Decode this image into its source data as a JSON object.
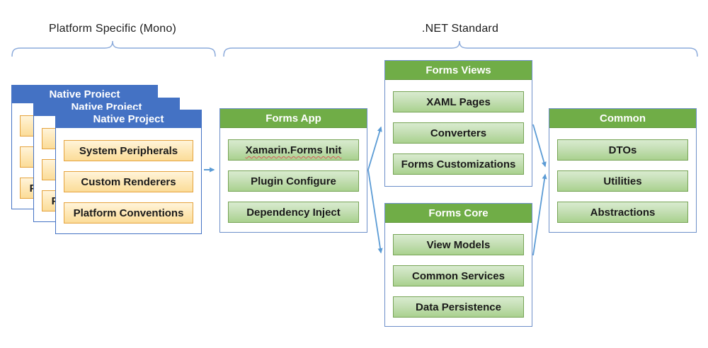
{
  "brackets": {
    "left": {
      "label": "Platform Specific (Mono)"
    },
    "right": {
      "label": ".NET Standard"
    }
  },
  "native_stack": {
    "title": "Native Project",
    "items": [
      "System Peripherals",
      "Custom Renderers",
      "Platform Conventions"
    ]
  },
  "boxes": {
    "forms_app": {
      "title": "Forms App",
      "items": [
        "Xamarin.Forms Init",
        "Plugin Configure",
        "Dependency Inject"
      ]
    },
    "forms_views": {
      "title": "Forms Views",
      "items": [
        "XAML Pages",
        "Converters",
        "Forms Customizations"
      ]
    },
    "forms_core": {
      "title": "Forms Core",
      "items": [
        "View Models",
        "Common Services",
        "Data Persistence"
      ]
    },
    "common": {
      "title": "Common",
      "items": [
        "DTOs",
        "Utilities",
        "Abstractions"
      ]
    }
  },
  "colors": {
    "header_blue": "#4472C4",
    "header_green": "#70AD47",
    "item_orange_border": "#E5A33D",
    "item_green_border": "#76A455",
    "connector_blue": "#5B9BD5",
    "brace_blue": "#8CABDB"
  }
}
